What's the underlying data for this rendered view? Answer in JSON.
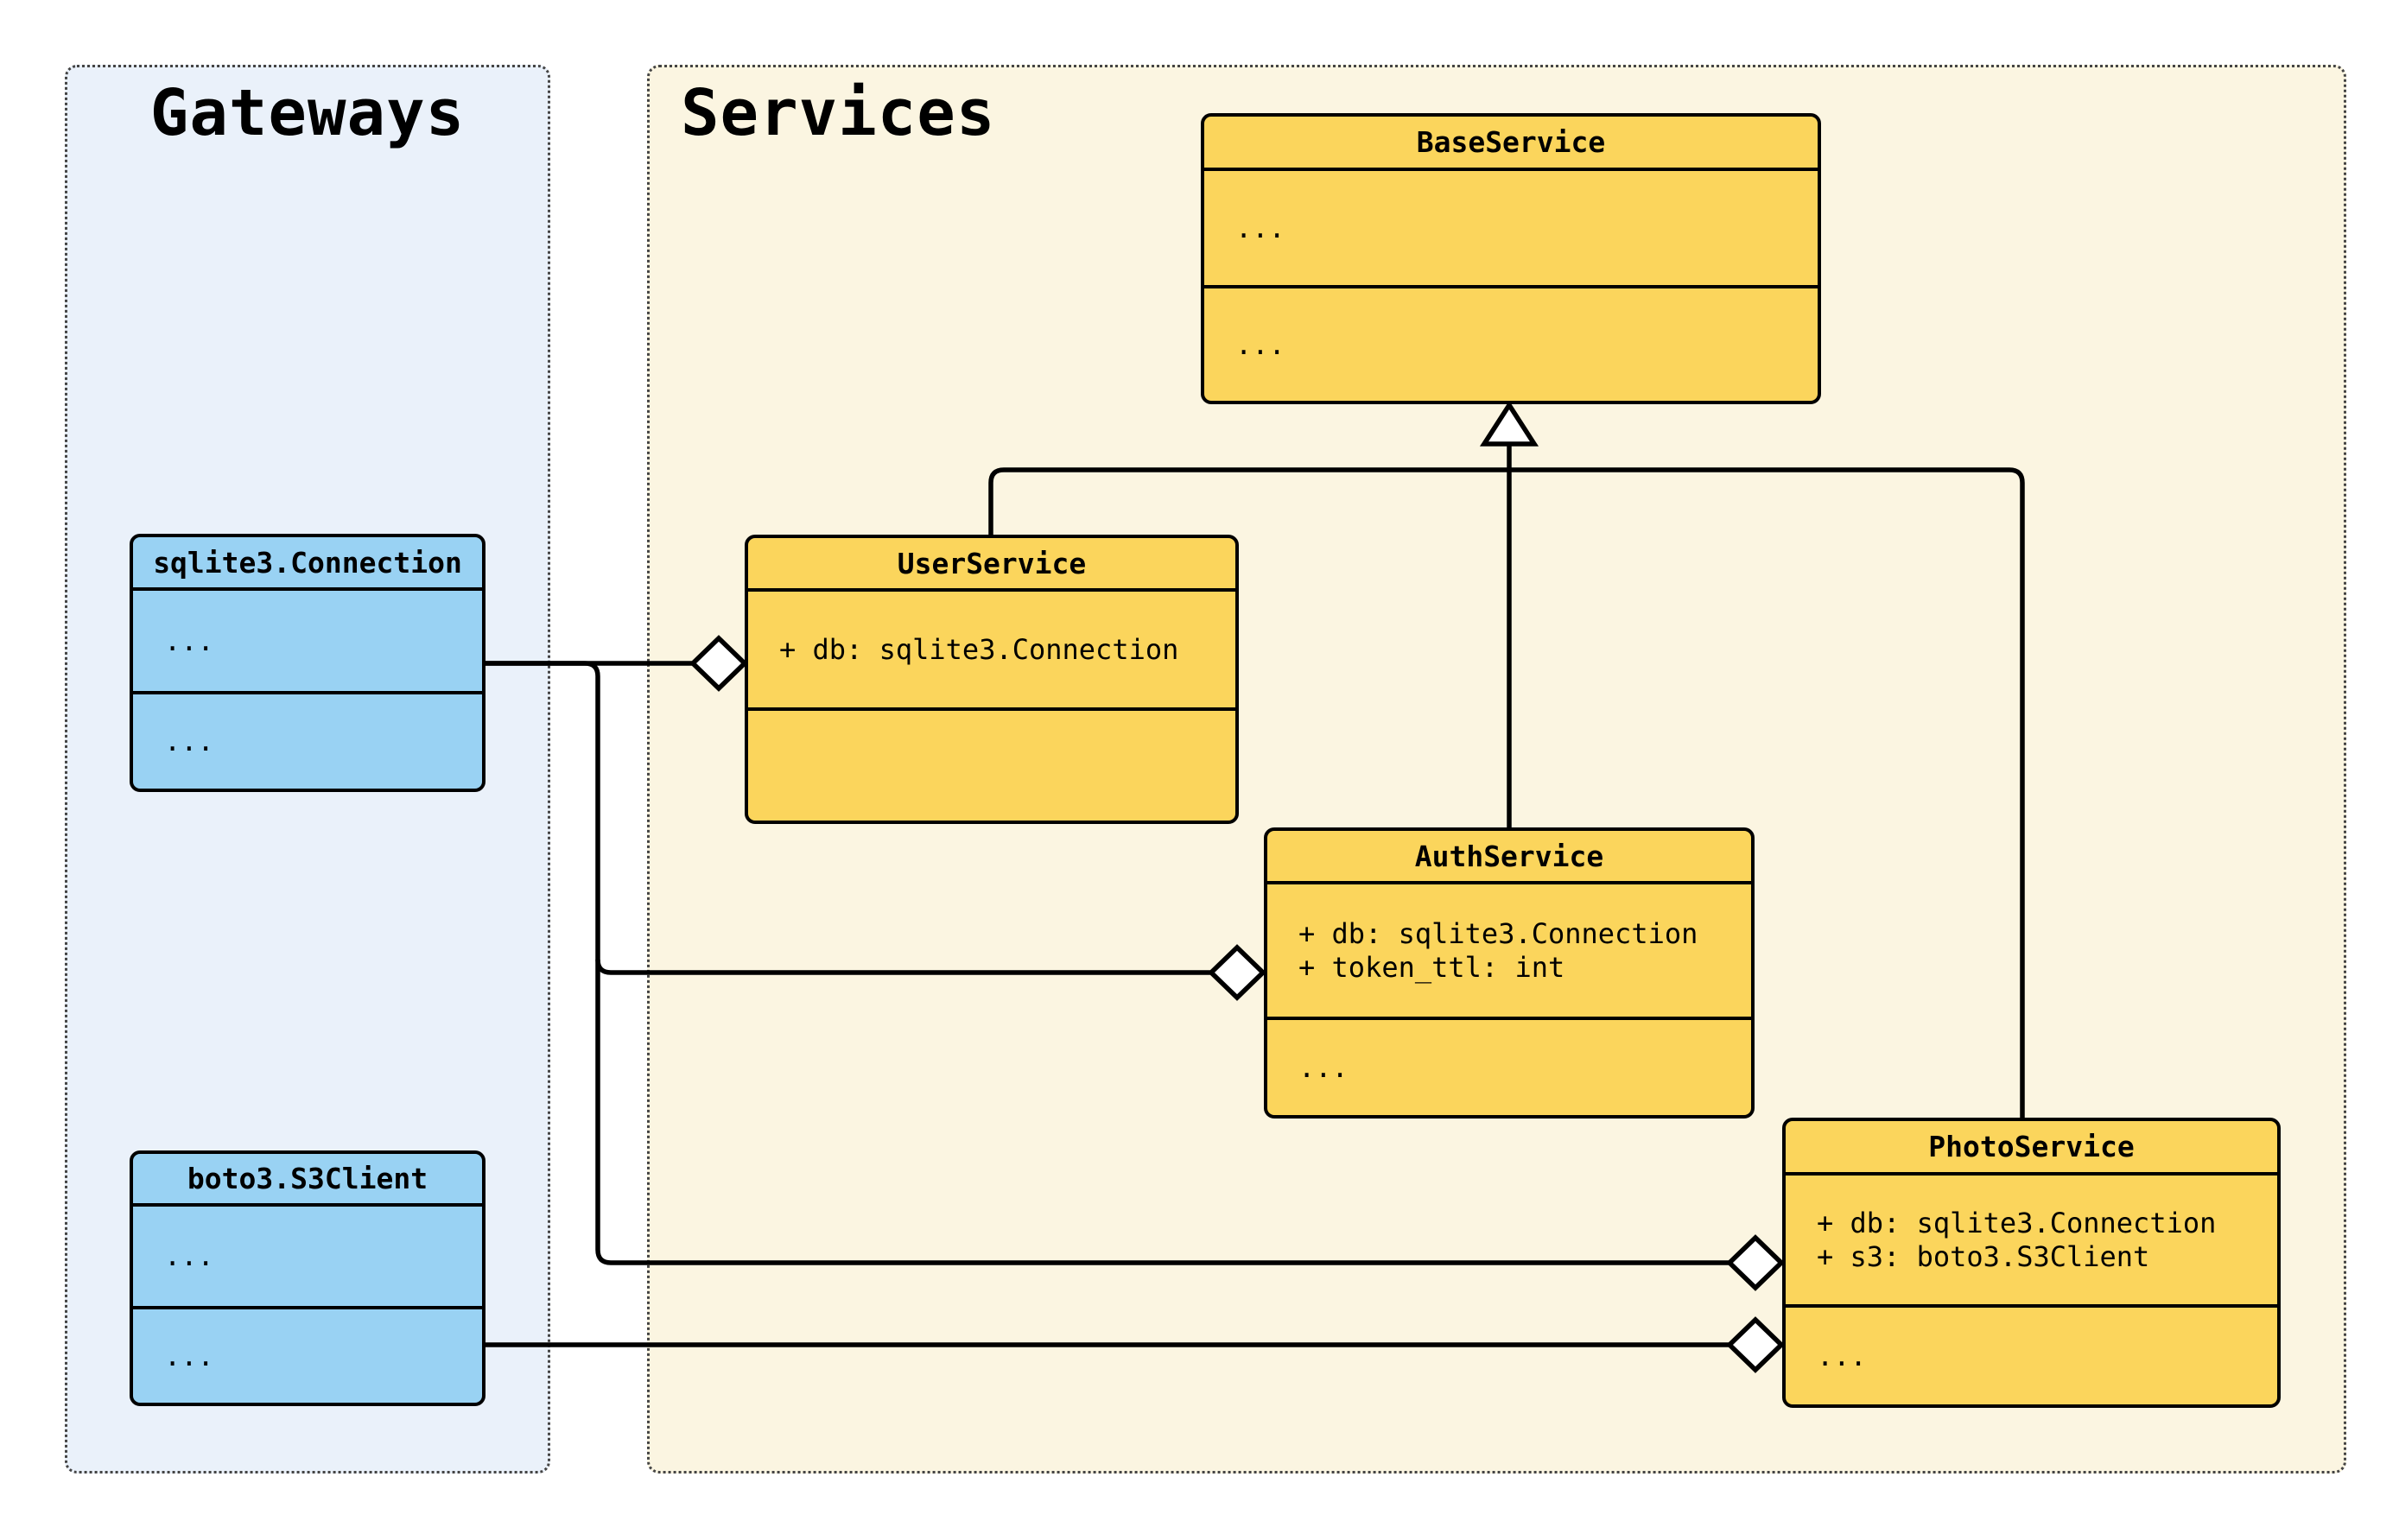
{
  "diagram": {
    "panels": {
      "gateways": {
        "title": "Gateways"
      },
      "services": {
        "title": "Services"
      }
    },
    "classes": {
      "base": {
        "name": "BaseService",
        "attributes": [
          "..."
        ],
        "methods": [
          "..."
        ]
      },
      "user": {
        "name": "UserService",
        "attributes": [
          "+ db: sqlite3.Connection"
        ],
        "methods": []
      },
      "auth": {
        "name": "AuthService",
        "attributes": [
          "+ db: sqlite3.Connection",
          "+ token_ttl: int"
        ],
        "methods": [
          "..."
        ]
      },
      "photo": {
        "name": "PhotoService",
        "attributes": [
          "+ db: sqlite3.Connection",
          "+ s3: boto3.S3Client"
        ],
        "methods": [
          "..."
        ]
      },
      "sqlite": {
        "name": "sqlite3.Connection",
        "attributes": [
          "..."
        ],
        "methods": [
          "..."
        ]
      },
      "boto": {
        "name": "boto3.S3Client",
        "attributes": [
          "..."
        ],
        "methods": [
          "..."
        ]
      }
    },
    "relationships": [
      {
        "from": "UserService",
        "to": "BaseService",
        "type": "inheritance"
      },
      {
        "from": "AuthService",
        "to": "BaseService",
        "type": "inheritance"
      },
      {
        "from": "PhotoService",
        "to": "BaseService",
        "type": "inheritance"
      },
      {
        "from": "UserService",
        "to": "sqlite3.Connection",
        "type": "aggregation"
      },
      {
        "from": "AuthService",
        "to": "sqlite3.Connection",
        "type": "aggregation"
      },
      {
        "from": "PhotoService",
        "to": "sqlite3.Connection",
        "type": "aggregation"
      },
      {
        "from": "PhotoService",
        "to": "boto3.S3Client",
        "type": "aggregation"
      }
    ],
    "colors": {
      "service_class_fill": "#FBD55C",
      "gateway_class_fill": "#99D2F3",
      "services_panel_bg": "#FBF5E1",
      "gateways_panel_bg": "#EAF1FA",
      "line": "#000000",
      "background": "#FFFFFF"
    }
  }
}
